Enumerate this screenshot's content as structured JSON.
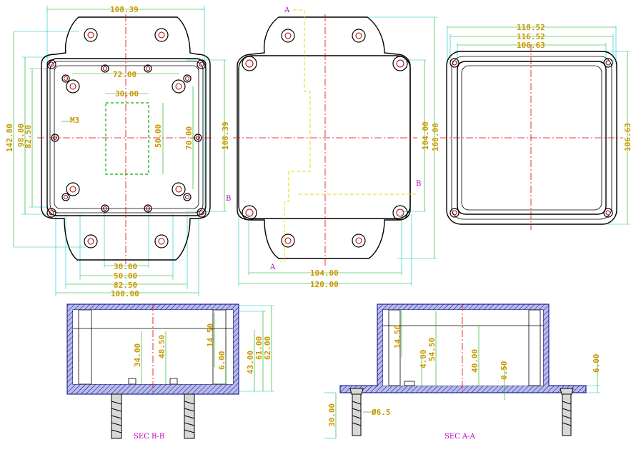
{
  "views": {
    "top": {
      "dim_top_width": "108.39",
      "dim_inner_72": "72.00",
      "dim_window_30": "30.00",
      "thread_label": "M3",
      "dim_window_50": "50.00",
      "dim_70": "70.00",
      "dim_right_height": "108.39",
      "dim_left_142": "142.80",
      "dim_left_98": "98.00",
      "dim_left_82": "82.50",
      "dim_bottom_30": "30.00",
      "dim_bottom_50": "50.00",
      "dim_bottom_82": "82.50",
      "dim_bottom_100": "100.00",
      "section_marker_b": "B"
    },
    "mid": {
      "section_a_top": "A",
      "section_a_bottom": "A",
      "section_b_right": "B",
      "dim_right_104": "104.00",
      "dim_right_168": "168.00",
      "dim_bottom_104": "104.00",
      "dim_bottom_120": "120.00"
    },
    "lid": {
      "dim_118": "118.52",
      "dim_116": "116.52",
      "dim_106": "106.63",
      "dim_right_106": "106.63"
    },
    "sec_b": {
      "title": "SEC B-B",
      "dim_34": "34.00",
      "dim_48": "48.50",
      "dim_14": "14.50",
      "dim_6": "6.00",
      "dim_43": "43.00",
      "dim_61": "61.00",
      "dim_62": "62.00"
    },
    "sec_a": {
      "title": "SEC A-A",
      "dim_14": "14.50",
      "dim_4": "4.00",
      "dim_54": "54.50",
      "dim_40": "40.00",
      "dim_05": "0.50",
      "dim_6": "6.00",
      "dim_30": "30.00",
      "dim_dia": "Ø6.5"
    }
  },
  "colors": {
    "dimension_text": "#c99700",
    "dimension_line": "#00b000",
    "extension_line": "#00c8c8",
    "center_line": "#e00000",
    "section_label": "#c000c0",
    "hatch": "#00008b"
  }
}
